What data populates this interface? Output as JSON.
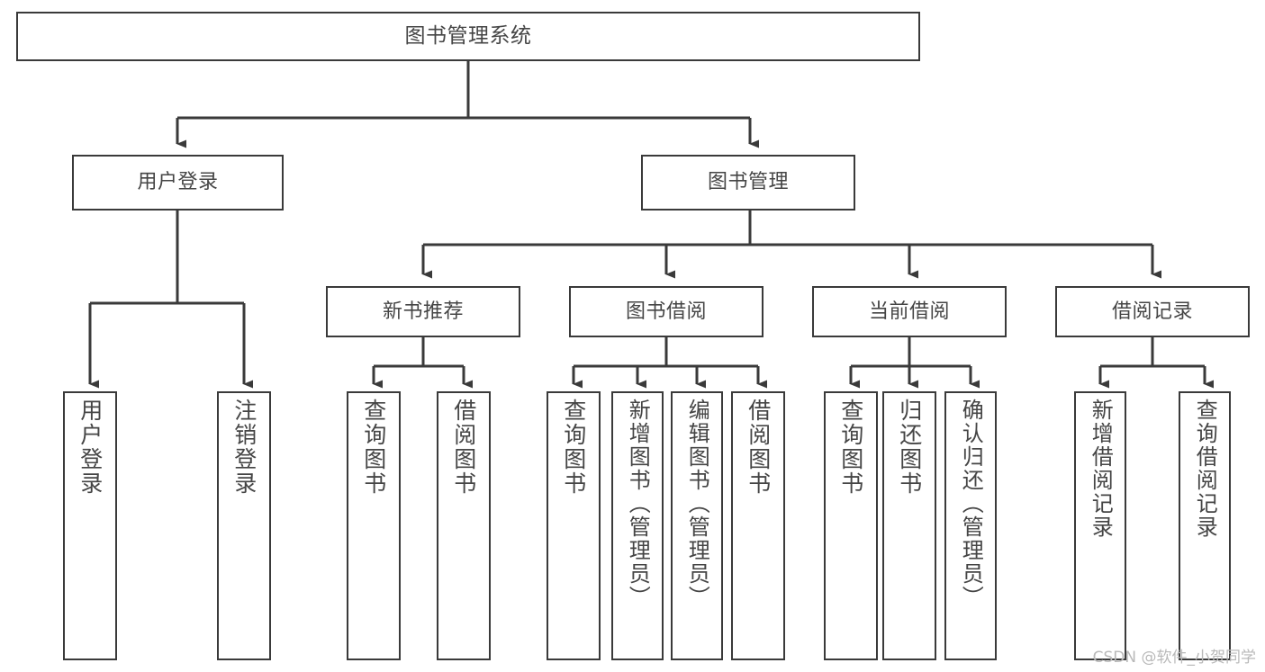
{
  "diagram": {
    "title": "图书管理系统",
    "type": "tree-hierarchy-chart",
    "watermark": "CSDN @软件_小贺同学",
    "colors": {
      "border": "#3a3a3a",
      "text": "#454545",
      "background": "#ffffff",
      "edge": "#3a3a3a",
      "watermark": "#b9b9b9"
    }
  },
  "nodes": {
    "root": {
      "label": "图书管理系统"
    },
    "level2": [
      {
        "label": "用户登录"
      },
      {
        "label": "图书管理"
      }
    ],
    "level3": [
      {
        "label": "新书推荐"
      },
      {
        "label": "图书借阅"
      },
      {
        "label": "当前借阅"
      },
      {
        "label": "借阅记录"
      }
    ],
    "leaves": {
      "user_login": [
        {
          "label": "用户登录"
        },
        {
          "label": "注销登录"
        }
      ],
      "new_book_recommend": [
        {
          "label": "查询图书"
        },
        {
          "label": "借阅图书"
        }
      ],
      "book_borrow": [
        {
          "label": "查询图书"
        },
        {
          "label": "新增图书（管理员）"
        },
        {
          "label": "编辑图书（管理员）"
        },
        {
          "label": "借阅图书"
        }
      ],
      "current_borrow": [
        {
          "label": "查询图书"
        },
        {
          "label": "归还图书"
        },
        {
          "label": "确认归还（管理员）"
        }
      ],
      "borrow_record": [
        {
          "label": "新增借阅记录"
        },
        {
          "label": "查询借阅记录"
        }
      ]
    }
  }
}
